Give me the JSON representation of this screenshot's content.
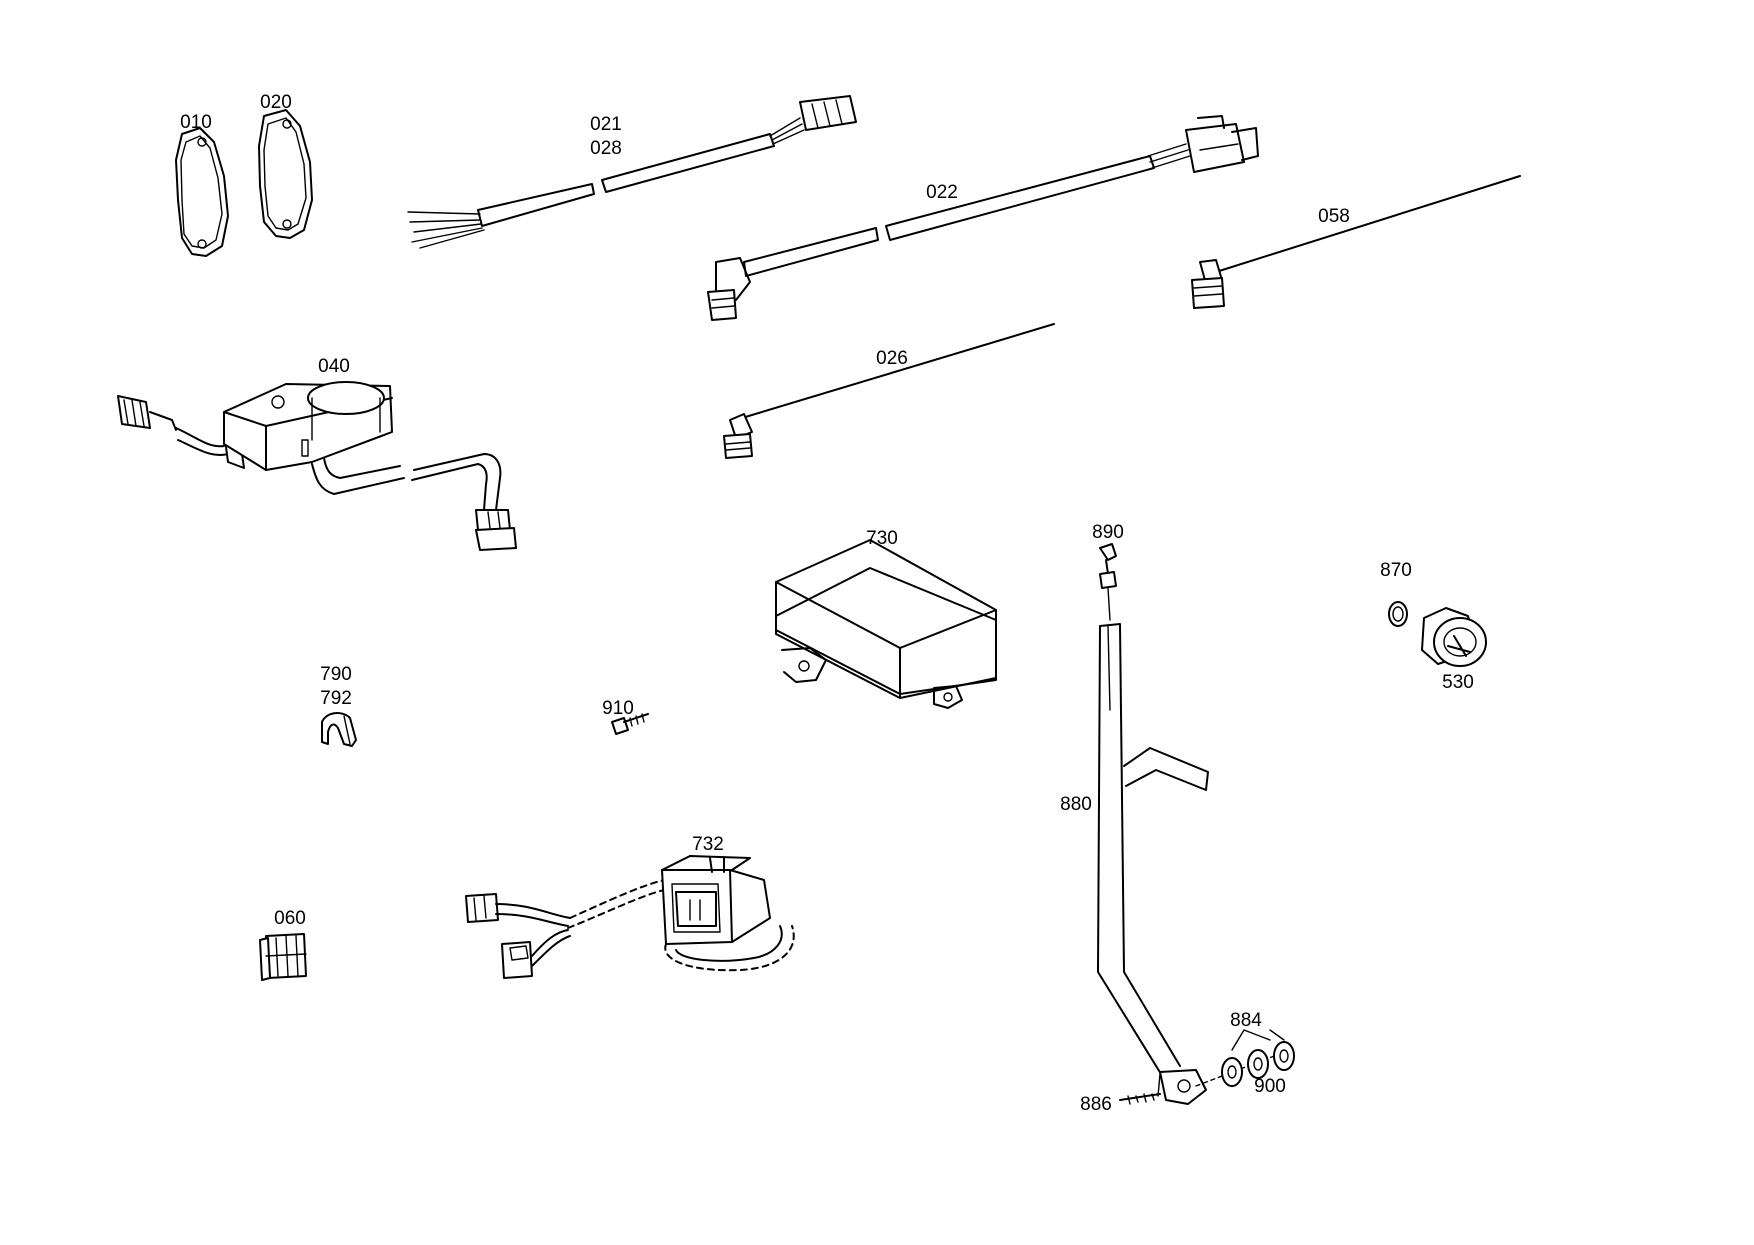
{
  "labels": {
    "p010": "010",
    "p020": "020",
    "p021": "021",
    "p028": "028",
    "p022": "022",
    "p058": "058",
    "p026": "026",
    "p040": "040",
    "p730": "730",
    "p890": "890",
    "p870": "870",
    "p530": "530",
    "p790": "790",
    "p792": "792",
    "p910": "910",
    "p880": "880",
    "p732": "732",
    "p060": "060",
    "p884": "884",
    "p900": "900",
    "p886": "886"
  },
  "colors": {
    "line": "#000000",
    "background": "#ffffff"
  }
}
